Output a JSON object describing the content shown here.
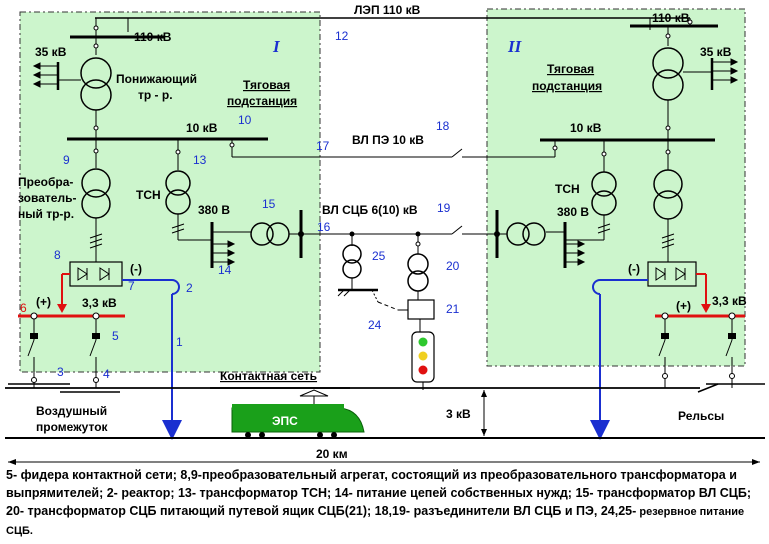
{
  "labels": {
    "line_110": "ЛЭП 110 кВ",
    "bus_110_left": "110 кВ",
    "bus_110_right": "110 кВ",
    "kv35_left": "35 кВ",
    "kv35_right": "35 кВ",
    "roman_left": "I",
    "roman_right": "II",
    "step_down_1": "Понижающий",
    "step_down_2": "тр - р.",
    "substation_left_1": "Тяговая",
    "substation_left_2": "подстанция",
    "substation_right_1": "Тяговая",
    "substation_right_2": "подстанция",
    "bus_10_left": "10 кВ",
    "bus_10_right": "10 кВ",
    "conv_1": "Преобра-",
    "conv_2": "зователь-",
    "conv_3": "ный тр-р.",
    "tsn_left": "ТСН",
    "tsn_right": "ТСН",
    "v380_left": "380 В",
    "v380_right": "380 В",
    "vl_pe": "ВЛ ПЭ 10 кВ",
    "vl_scb": "ВЛ СЦБ 6(10) кВ",
    "minus_left": "(-)",
    "minus_right": "(-)",
    "plus_left": "(+)",
    "plus_right": "(+)",
    "kv33_left": "3,3 кВ",
    "kv33_right": "3,3 кВ",
    "contact_net": "Контактная сеть",
    "air_gap_1": "Воздушный",
    "air_gap_2": "промежуток",
    "eps": "ЭПС",
    "kv3": "3 кВ",
    "rails": "Рельсы",
    "km20": "20 км"
  },
  "numbers": {
    "n1": "1",
    "n2": "2",
    "n3": "3",
    "n4": "4",
    "n5": "5",
    "n6": "6",
    "n7": "7",
    "n8": "8",
    "n9": "9",
    "n10": "10",
    "n12": "12",
    "n13": "13",
    "n14": "14",
    "n15": "15",
    "n16": "16",
    "n17": "17",
    "n18": "18",
    "n19": "19",
    "n20": "20",
    "n21": "21",
    "n24": "24",
    "n25": "25"
  },
  "caption": {
    "main": "5- фидера контактной сети; 8,9-преобразовательный агрегат, состоящий из преобразовательного трансформатора и выпрямителей; 2- реактор; 13- трансформатор ТСН; 14- питание цепей собственных нужд; 15- трансформатор ВЛ СЦБ; 20- трансформатор СЦБ питающий путевой ящик СЦБ(21); 18,19- разъединители ВЛ СЦБ и ПЭ, 24,25-",
    "small": " резервное питание СЦБ."
  },
  "colors": {
    "substation_fill": "#ccf5cc",
    "blue_wire": "#1a2fd0",
    "red_bus": "#e01010",
    "train": "#1aa01a"
  }
}
